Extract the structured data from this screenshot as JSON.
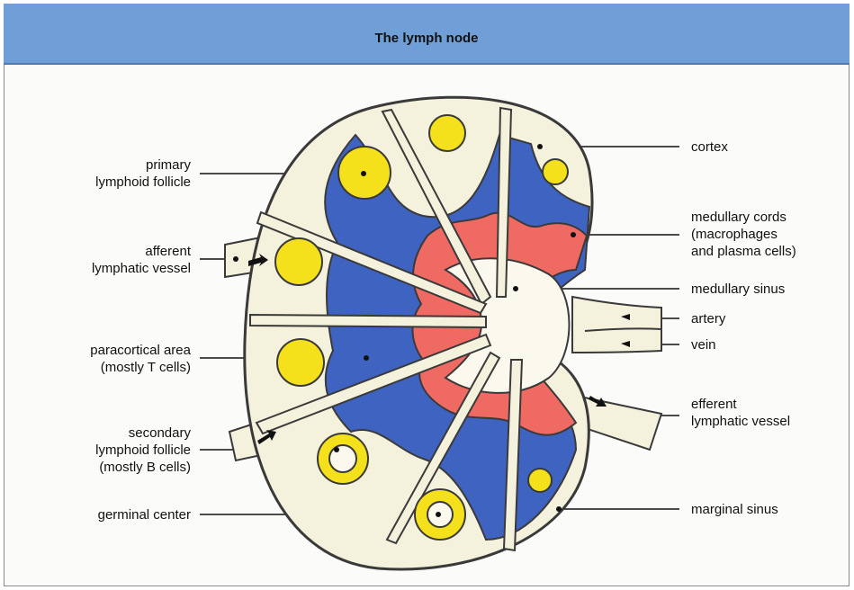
{
  "title": "The lymph node",
  "labels": {
    "primary_follicle": "primary\nlymphoid follicle",
    "afferent_vessel": "afferent\nlymphatic vessel",
    "paracortical_area": "paracortical area\n(mostly T cells)",
    "secondary_follicle": "secondary\nlymphoid follicle\n(mostly B cells)",
    "germinal_center": "germinal center",
    "cortex": "cortex",
    "medullary_cords": "medullary cords\n(macrophages\nand plasma cells)",
    "medullary_sinus": "medullary sinus",
    "artery": "artery",
    "vein": "vein",
    "efferent_vessel": "efferent\nlymphatic vessel",
    "marginal_sinus": "marginal sinus"
  },
  "colors": {
    "title_bar": "#6f9fd6",
    "capsule": "#f4f1dc",
    "outline": "#3a3a3a",
    "paracortex_blue": "#3f63c0",
    "medullary_red": "#ef6a63",
    "medulla_center": "#fbf8ee",
    "follicle_yellow": "#f4e11c"
  }
}
